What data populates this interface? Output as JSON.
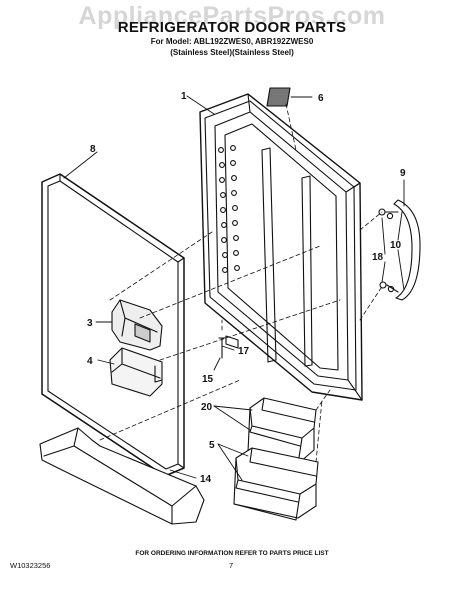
{
  "watermark": "AppliancePartsPros.com",
  "title": "REFRIGERATOR DOOR PARTS",
  "subtitle_line1": "For Model: ABL192ZWES0, ABR192ZWES0",
  "subtitle_line2": "(Stainless Steel)(Stainless Steel)",
  "footer_note": "FOR ORDERING INFORMATION REFER TO PARTS PRICE LIST",
  "document_number": "W10323256",
  "page_number": "7",
  "callouts": {
    "c1": "1",
    "c3": "3",
    "c4": "4",
    "c5": "5",
    "c6": "6",
    "c8": "8",
    "c9": "9",
    "c10": "10",
    "c14": "14",
    "c15": "15",
    "c17": "17",
    "c18": "18",
    "c20": "20"
  }
}
